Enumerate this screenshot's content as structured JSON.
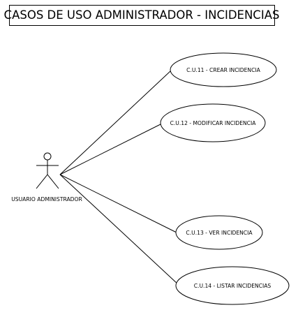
{
  "diagram": {
    "title": "CASOS DE USO ADMINISTRADOR - INCIDENCIAS",
    "actor": {
      "name": "USUARIO ADMINISTRADOR"
    },
    "use_cases": [
      {
        "label": "C.U.11 - CREAR INCIDENCIA"
      },
      {
        "label": "C.U.12 - MODIFICAR INCIDENCIA"
      },
      {
        "label": "C.U.13 - VER INCIDENCIA"
      },
      {
        "label": "C.U.14 - LISTAR INCIDENCIAS"
      }
    ]
  }
}
